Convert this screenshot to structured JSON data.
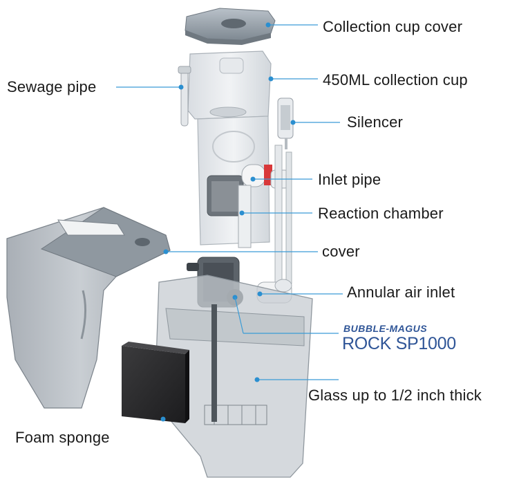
{
  "labels": {
    "collection_cup_cover": "Collection cup cover",
    "collection_cup": "450ML collection cup",
    "sewage_pipe": "Sewage pipe",
    "silencer": "Silencer",
    "inlet_pipe": "Inlet pipe",
    "reaction_chamber": "Reaction chamber",
    "cover": "cover",
    "annular_air_inlet": "Annular air inlet",
    "glass": "Glass up to 1/2 inch thick",
    "foam_sponge": "Foam sponge"
  },
  "brand": {
    "name": "BUBBLE-MAGUS",
    "model": "ROCK SP1000"
  },
  "colors": {
    "leader_line": "#3a9bd6",
    "leader_dot": "#2b8fd0",
    "brand": "#2f5597"
  }
}
